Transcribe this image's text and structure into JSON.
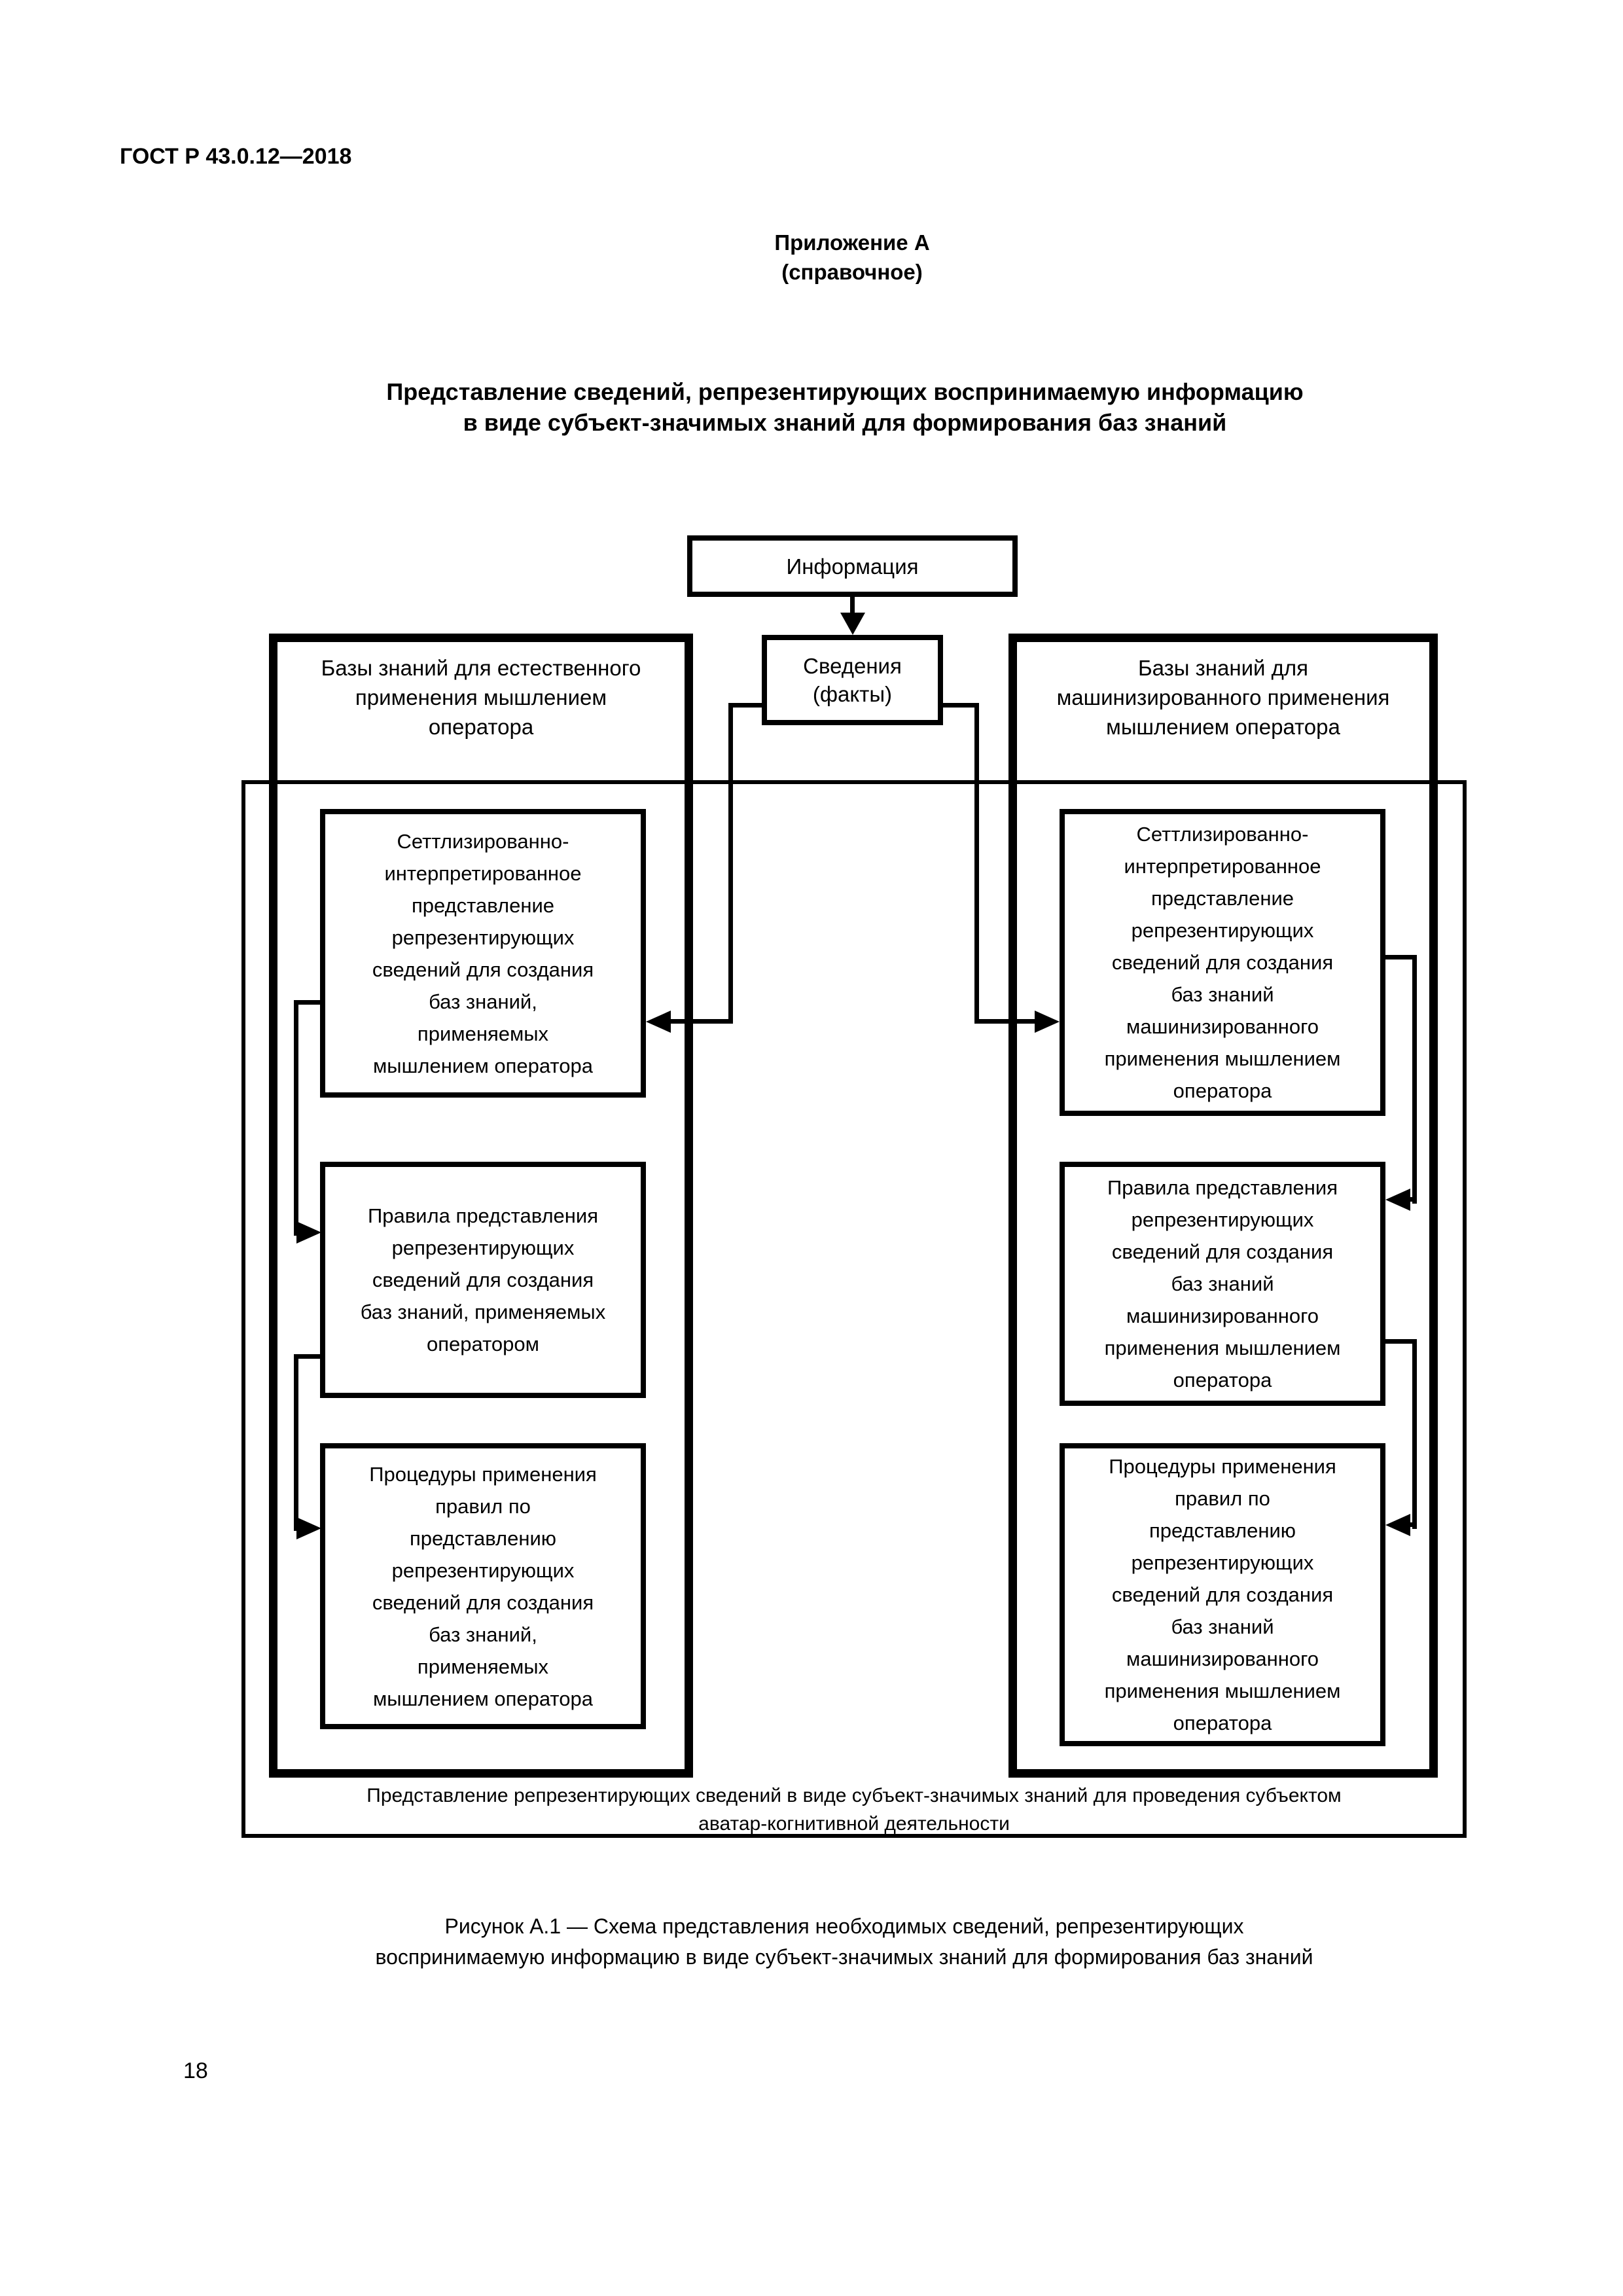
{
  "page": {
    "header": "ГОСТ Р 43.0.12—2018",
    "appendix": {
      "title": "Приложение А",
      "type": "(справочное)"
    },
    "title": "Представление сведений, репрезентирующих воспринимаемую информацию\nв виде субъект-значимых знаний для формирования баз знаний",
    "page_number": "18"
  },
  "diagram": {
    "info_label": "Информация",
    "facts_label": "Сведения\n(факты)",
    "left_group_label": "Базы знаний для естественного\nприменения мышлением\nоператора",
    "right_group_label": "Базы знаний для\nмашинизированного применения\nмышлением оператора",
    "left_boxes": [
      "Сеттлизированно-\nинтерпретированное\nпредставление\nрепрезентирующих\nсведений для создания\nбаз знаний,\nприменяемых\nмышлением оператора",
      "Правила представления\nрепрезентирующих\nсведений для создания\nбаз знаний, применяемых\nоператором",
      "Процедуры применения\nправил по\nпредставлению\nрепрезентирующих\nсведений для создания\nбаз знаний,\nприменяемых\nмышлением оператора"
    ],
    "right_boxes": [
      "Сеттлизированно-\nинтерпретированное\nпредставление\nрепрезентирующих\nсведений для создания\nбаз знаний\nмашинизированного\nприменения мышлением\nоператора",
      "Правила представления\nрепрезентирующих\nсведений для создания\nбаз знаний\nмашинизированного\nприменения мышлением\nоператора",
      "Процедуры применения\nправил по\nпредставлению\nрепрезентирующих\nсведений для создания\nбаз знаний\nмашинизированного\nприменения мышлением\nоператора"
    ],
    "bottom_label": "Представление репрезентирующих сведений в виде субъект-значимых знаний для проведения субъектом\nаватар-когнитивной деятельности"
  },
  "caption": "Рисунок А.1 — Схема представления необходимых сведений, репрезентирующих\nвоспринимаемую информацию в виде субъект-значимых знаний для формирования баз знаний"
}
